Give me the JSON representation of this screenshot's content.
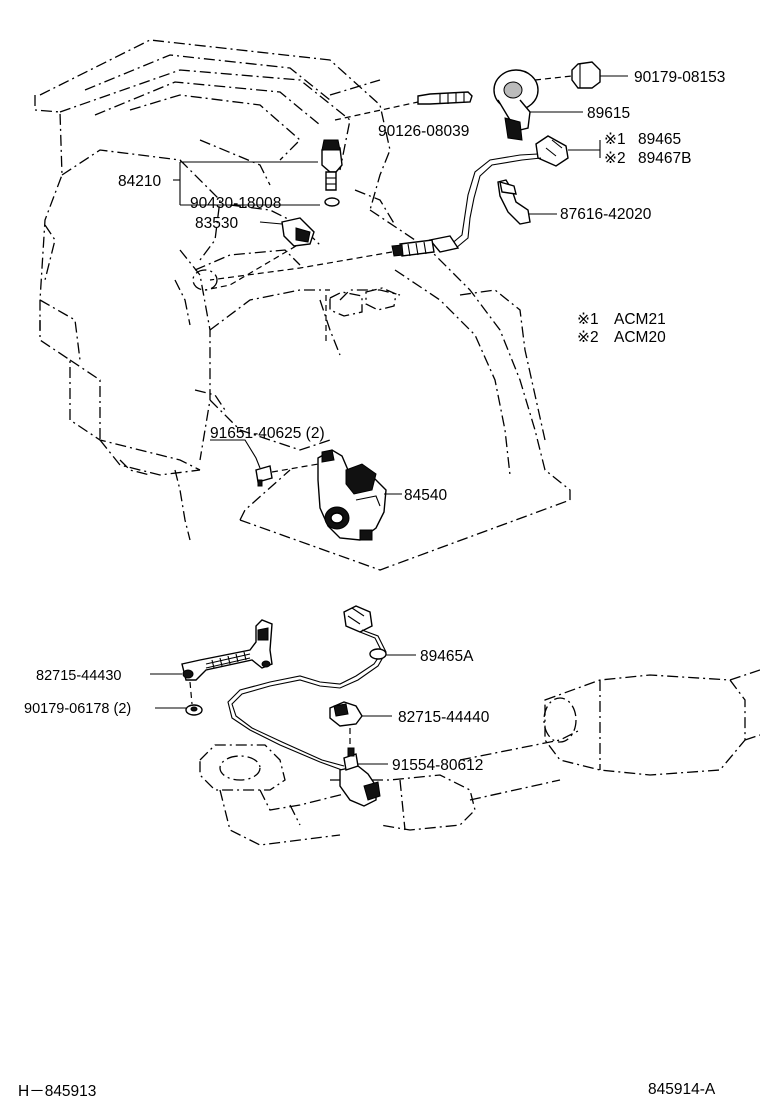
{
  "diagram": {
    "part_labels": {
      "p90179_08153": "90179-08153",
      "p89615": "89615",
      "p90126_08039": "90126-08039",
      "p89465": "89465",
      "p89467b": "89467B",
      "mark1": "※1",
      "mark2": "※2",
      "p84210": "84210",
      "p90430_18008": "90430-18008",
      "p87616_42020": "87616-42020",
      "p83530": "83530",
      "p91651_40625": "91651-40625 (2)",
      "p84540": "84540",
      "p89465a": "89465A",
      "p82715_44430": "82715-44430",
      "p90179_06178": "90179-06178 (2)",
      "p82715_44440": "82715-44440",
      "p91554_80612": "91554-80612"
    },
    "legend": {
      "note1_mark": "※1",
      "note1_model": "ACM21",
      "note2_mark": "※2",
      "note2_model": "ACM20"
    },
    "footer": {
      "left_ref": "H－845913",
      "right_ref": "845914-A"
    }
  }
}
